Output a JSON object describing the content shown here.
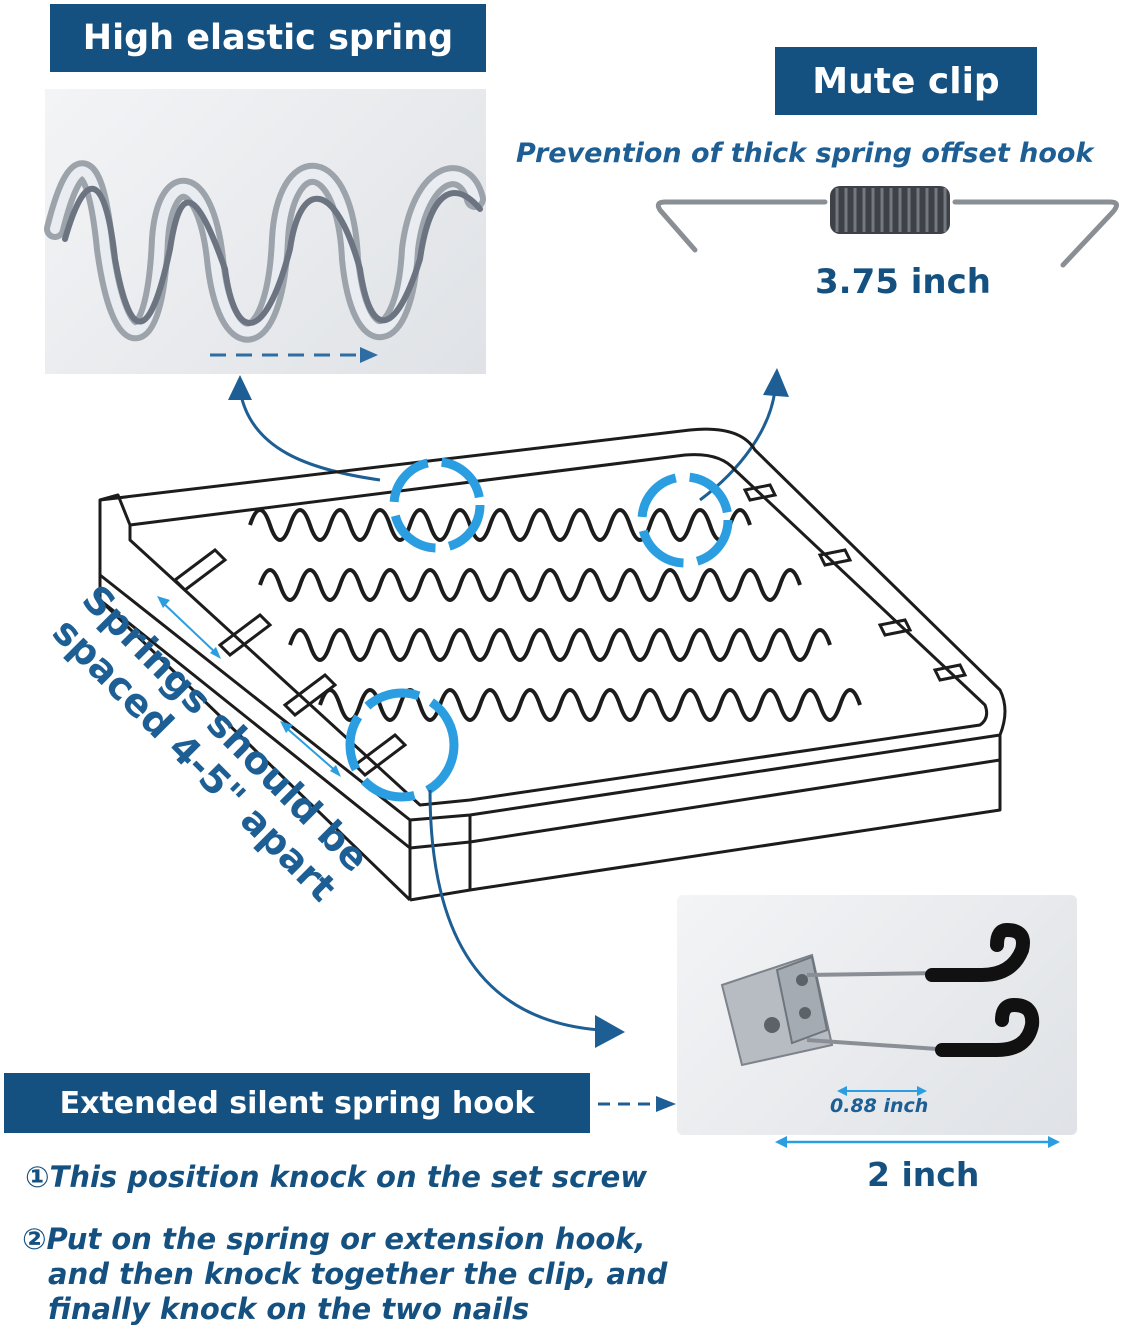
{
  "spring_banner": "High elastic spring",
  "mute_banner": "Mute clip",
  "mute_subtitle": "Prevention of thick spring offset hook",
  "mute_length": "3.75 inch",
  "spacing_note_line1": "Springs should be",
  "spacing_note_line2": "spaced 4-5\" apart",
  "hook_banner": "Extended silent spring hook",
  "hook_width": "0.88 inch",
  "hook_length": "2 inch",
  "instruction_1": "①This position knock on the set screw",
  "instruction_2_line1": "②Put on the spring or extension hook,",
  "instruction_2_line2": "and then knock together the clip, and",
  "instruction_2_line3": "finally knock on the two nails",
  "colors": {
    "brand_blue": "#155180",
    "accent_blue": "#2a9ee0",
    "dark": "#1c1c1c"
  },
  "icons": [
    "zigzag-spring-photo",
    "tension-spring-icon",
    "seat-frame-diagram",
    "silent-hook-photo",
    "arrow-icon",
    "highlight-circle-icon"
  ]
}
